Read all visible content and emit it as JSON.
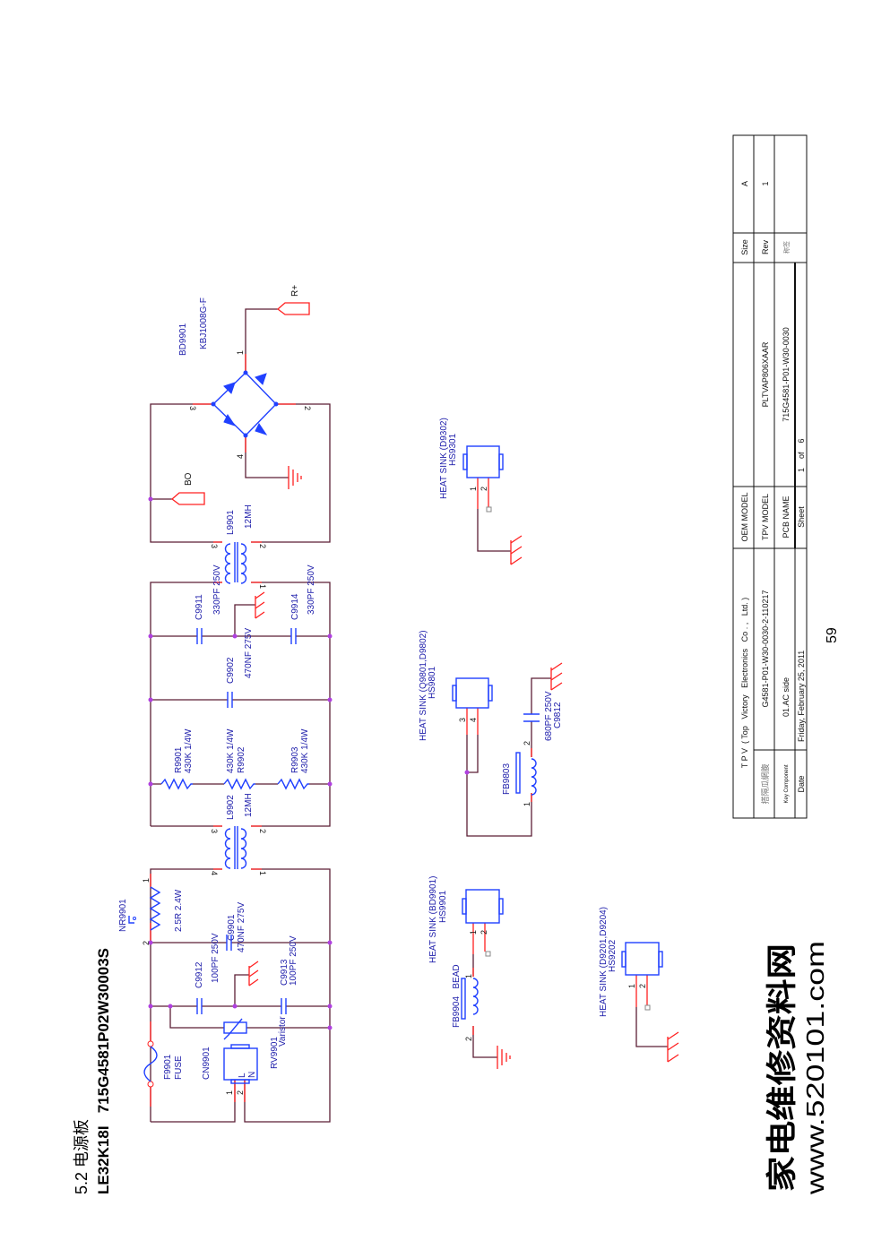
{
  "header": {
    "section": "5.2 电源板",
    "model": "LE32K18I   715G4581P02W30003S"
  },
  "components": {
    "nr9901": {
      "ref": "NR9901",
      "value": "2.5R 2.4W"
    },
    "c9901": {
      "ref": "C9901",
      "value": "470NF 275V"
    },
    "c9912": {
      "ref": "C9912",
      "value": "100PF 250V"
    },
    "c9913": {
      "ref": "C9913",
      "value": "100PF 250V"
    },
    "f9901": {
      "ref": "F9901",
      "value": "FUSE"
    },
    "cn9901": {
      "ref": "CN9901",
      "pin_l": "L",
      "pin_n": "N"
    },
    "rv9901": {
      "ref": "RV9901",
      "value": "Varistor"
    },
    "l9902": {
      "ref": "L9902",
      "value": "12MH"
    },
    "r9901": {
      "ref": "R9901",
      "value": "430K 1/4W"
    },
    "r9902": {
      "ref": "R9902",
      "value": "430K 1/4W"
    },
    "r9903": {
      "ref": "R9903",
      "value": "430K 1/4W"
    },
    "c9902": {
      "ref": "C9902",
      "value": "470NF 275V"
    },
    "c9911": {
      "ref": "C9911",
      "value": "330PF 250V"
    },
    "c9914": {
      "ref": "C9914",
      "value": "330PF 250V"
    },
    "l9901": {
      "ref": "L9901",
      "value": "12MH"
    },
    "bd9901": {
      "ref": "BD9901",
      "value": "KBJ1008G-F"
    },
    "bo": "BO",
    "rplus": "R+",
    "hs9901": {
      "title": "HEAT SINK (BD9901)",
      "ref": "HS9901"
    },
    "fb9904": {
      "label": "FB9904   BEAD"
    },
    "hs9801": {
      "title": "HEAT SINK (Q9801,D9802)",
      "ref": "HS9801"
    },
    "fb9803": {
      "ref": "FB9803"
    },
    "c9812": {
      "ref": "C9812",
      "value": "680PF 250V"
    },
    "hs9301": {
      "title": "HEAT SINK (D9302)",
      "ref": "HS9301"
    },
    "hs9202": {
      "title": "HEAT SINK (D9201,D9204)",
      "ref": "HS9202"
    }
  },
  "pins": {
    "p1": "1",
    "p2": "2",
    "p3": "3",
    "p4": "4"
  },
  "title_block": {
    "company": "T P V  ( Top   Victory   Electronics   Co . ,   Ltd. )",
    "oem_model_label": "OEM MODEL",
    "size_label": "Size",
    "size_value": "A",
    "cn_label": "搭隔瓜網腹",
    "doc_number": "G4581-P01-W30-0030-2-110217",
    "tpv_model_label": "TPV MODEL",
    "tpv_model_value": "PLTVAP806XAAR",
    "rev_label": "Rev",
    "rev_value": "1",
    "key_component_label": "Key Component",
    "key_component_value": "01.AC side",
    "pcb_name_label": "PCB NAME",
    "pcb_name_value": "715G4581-P01-W30-0030",
    "cn_small": "称签",
    "date_label": "Date",
    "date_value": "Friday, February 25, 2011",
    "sheet_label": "Sheet",
    "sheet_value": "1    of    6"
  },
  "page_number": "59",
  "watermark": {
    "cn": "家电维修资料网",
    "url": "www.520101.com"
  },
  "colors": {
    "wire": "#5c1f35",
    "pin": "#ff2020",
    "component": "#2040ff",
    "label": "#1c1caa",
    "junction": "#b040e0"
  }
}
